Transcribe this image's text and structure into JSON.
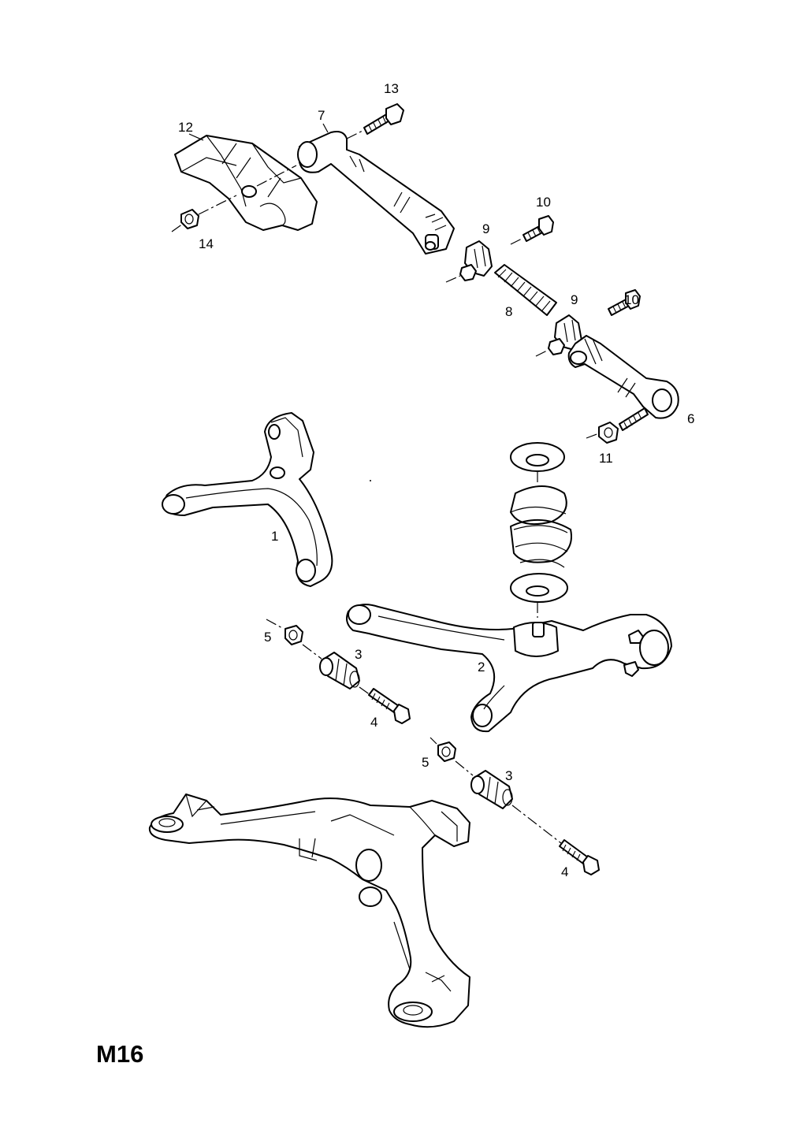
{
  "page_code": "M16",
  "callouts": {
    "c1": "1",
    "c2": "2",
    "c3a": "3",
    "c3b": "3",
    "c4a": "4",
    "c4b": "4",
    "c5a": "5",
    "c5b": "5",
    "c6": "6",
    "c7": "7",
    "c8": "8",
    "c9a": "9",
    "c9b": "9",
    "c10a": "10",
    "c10b": "10",
    "c11": "11",
    "c12": "12",
    "c13": "13",
    "c14": "14"
  }
}
